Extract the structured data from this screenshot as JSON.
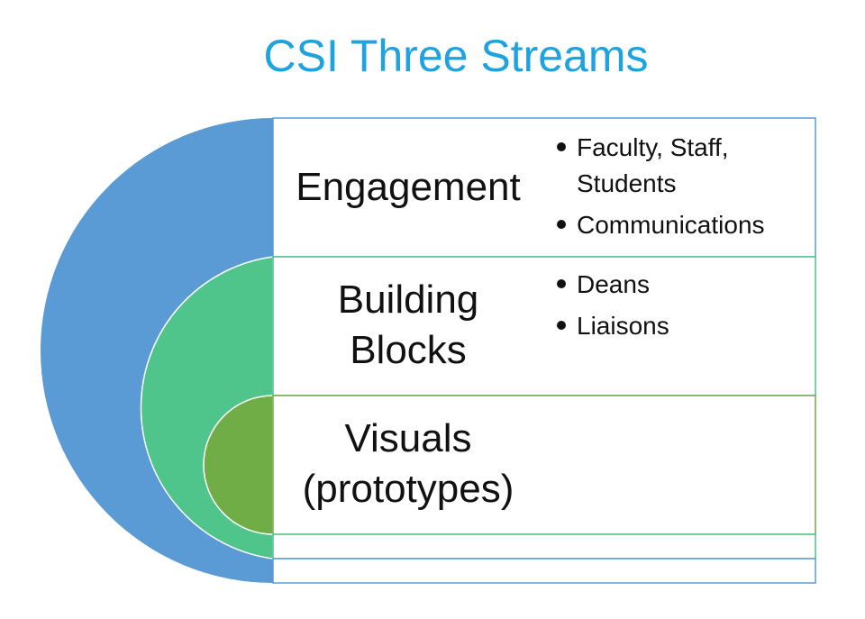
{
  "title": "CSI Three Streams",
  "colors": {
    "title": "#1fa3e0",
    "outer_blue": "#5b9bd5",
    "middle_green": "#4fc48b",
    "inner_olive": "#70ad47",
    "box_blue_border": "#5b9bd5",
    "box_green_border": "#4fc48b"
  },
  "streams": [
    {
      "label": "Engagement",
      "bullets": [
        "Faculty, Staff,\nStudents",
        "Communications"
      ]
    },
    {
      "label_line1": "Building",
      "label_line2": "Blocks",
      "bullets": [
        "Deans",
        "Liaisons"
      ]
    },
    {
      "label_line1": "Visuals",
      "label_line2": "(prototypes)",
      "bullets": []
    }
  ]
}
